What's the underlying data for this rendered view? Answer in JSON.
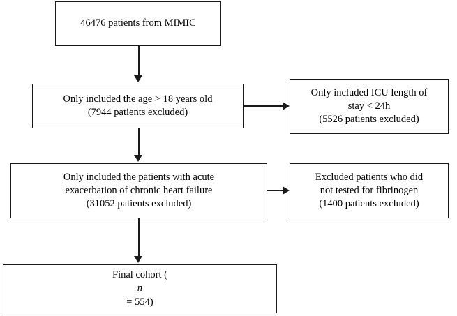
{
  "diagram": {
    "type": "patient-selection-flowchart",
    "nodes": {
      "source_cohort": {
        "lines": [
          "46476 patients from MIMIC"
        ]
      },
      "age_filter": {
        "lines": [
          "Only included the age > 18 years old",
          "(7944 patients excluded)"
        ]
      },
      "ahf_filter": {
        "lines": [
          "Only included the patients with acute",
          "exacerbation of chronic heart failure",
          "(31052 patients excluded)"
        ]
      },
      "icu_exclusion": {
        "lines": [
          "Only included ICU length of",
          "stay < 24h",
          "(5526 patients excluded)"
        ]
      },
      "fibrinogen_exclusion": {
        "lines": [
          "Excluded patients who did",
          "not tested for fibrinogen",
          "(1400 patients excluded)"
        ]
      },
      "final_cohort": {
        "prefix": "Final cohort (",
        "variable": "n",
        "suffix": " = 554)"
      }
    },
    "colors": {
      "stroke": "#1a1a1a",
      "background": "#ffffff",
      "text": "#000000"
    }
  }
}
